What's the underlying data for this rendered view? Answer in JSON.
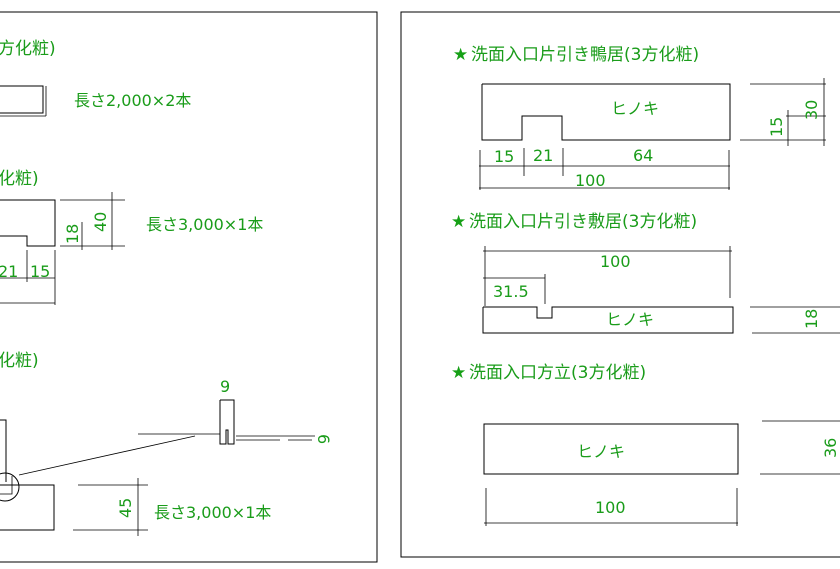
{
  "colors": {
    "text": "#1a9c1a",
    "lines": "#000000",
    "background": "#ffffff"
  },
  "left_panel": {
    "part1": {
      "title_fragment": "方化粧)",
      "length_note": "長さ2,000×2本"
    },
    "part2": {
      "title_fragment": "化粧)",
      "dim_40": "40",
      "dim_18": "18",
      "dim_21": "21",
      "dim_15": "15",
      "length_note": "長さ3,000×1本"
    },
    "part3": {
      "title_fragment": "化粧)",
      "dim_9": "9",
      "dim_6": "6",
      "dim_45": "45",
      "length_note": "長さ3,000×1本"
    }
  },
  "right_panel": {
    "kamoi": {
      "star": "★",
      "title": "洗面入口片引き鴨居(3方化粧)",
      "material": "ヒノキ",
      "dim_15a": "15",
      "dim_21": "21",
      "dim_64": "64",
      "dim_100": "100",
      "dim_30": "30",
      "dim_15b": "15"
    },
    "shikii": {
      "star": "★",
      "title": "洗面入口片引き敷居(3方化粧)",
      "material": "ヒノキ",
      "dim_100": "100",
      "dim_315": "31.5",
      "dim_18": "18"
    },
    "houdate": {
      "star": "★",
      "title": "洗面入口方立(3方化粧)",
      "material": "ヒノキ",
      "dim_100": "100",
      "dim_36": "36"
    }
  }
}
